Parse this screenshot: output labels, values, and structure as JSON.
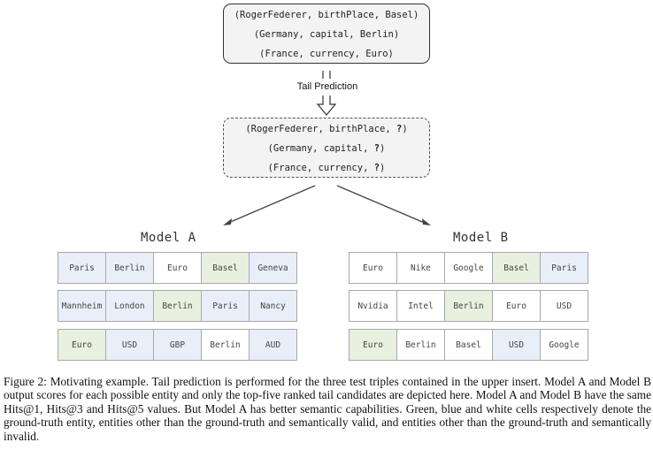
{
  "top_triples": [
    "(RogerFederer, birthPlace, Basel)",
    "(Germany, capital, Berlin)",
    "(France, currency, Euro)"
  ],
  "arrow_label": "Tail Prediction",
  "query_triples": [
    {
      "prefix": "(RogerFederer, birthPlace, ",
      "mask": "?",
      "suffix": ")"
    },
    {
      "prefix": "(Germany, capital, ",
      "mask": "?",
      "suffix": ")"
    },
    {
      "prefix": "(France, currency, ",
      "mask": "?",
      "suffix": ")"
    }
  ],
  "legend_colors": {
    "green": "#e8f1e0",
    "blue": "#e9eff9",
    "white": "#ffffff"
  },
  "models": [
    {
      "title": "Model A",
      "rows": [
        [
          {
            "text": "Paris",
            "color": "blue"
          },
          {
            "text": "Berlin",
            "color": "blue"
          },
          {
            "text": "Euro",
            "color": "white"
          },
          {
            "text": "Basel",
            "color": "green"
          },
          {
            "text": "Geneva",
            "color": "blue"
          }
        ],
        [
          {
            "text": "Mannheim",
            "color": "blue"
          },
          {
            "text": "London",
            "color": "blue"
          },
          {
            "text": "Berlin",
            "color": "green"
          },
          {
            "text": "Paris",
            "color": "blue"
          },
          {
            "text": "Nancy",
            "color": "blue"
          }
        ],
        [
          {
            "text": "Euro",
            "color": "green"
          },
          {
            "text": "USD",
            "color": "blue"
          },
          {
            "text": "GBP",
            "color": "blue"
          },
          {
            "text": "Berlin",
            "color": "white"
          },
          {
            "text": "AUD",
            "color": "blue"
          }
        ]
      ]
    },
    {
      "title": "Model B",
      "rows": [
        [
          {
            "text": "Euro",
            "color": "white"
          },
          {
            "text": "Nike",
            "color": "white"
          },
          {
            "text": "Google",
            "color": "white"
          },
          {
            "text": "Basel",
            "color": "green"
          },
          {
            "text": "Paris",
            "color": "blue"
          }
        ],
        [
          {
            "text": "Nvidia",
            "color": "white"
          },
          {
            "text": "Intel",
            "color": "white"
          },
          {
            "text": "Berlin",
            "color": "green"
          },
          {
            "text": "Euro",
            "color": "white"
          },
          {
            "text": "USD",
            "color": "white"
          }
        ],
        [
          {
            "text": "Euro",
            "color": "green"
          },
          {
            "text": "Berlin",
            "color": "white"
          },
          {
            "text": "Basel",
            "color": "white"
          },
          {
            "text": "USD",
            "color": "blue"
          },
          {
            "text": "Google",
            "color": "white"
          }
        ]
      ]
    }
  ],
  "caption": "Figure 2: Motivating example. Tail prediction is performed for the three test triples contained in the upper insert. Model A and Model B output scores for each possible entity and only the top-five ranked tail candidates are depicted here. Model A and Model B have the same Hits@1, Hits@3 and Hits@5 values. But Model A has better semantic capabilities. Green, blue and white cells respectively denote the ground-truth entity, entities other than the ground-truth and semantically valid, and entities other than the ground-truth and semantically invalid."
}
